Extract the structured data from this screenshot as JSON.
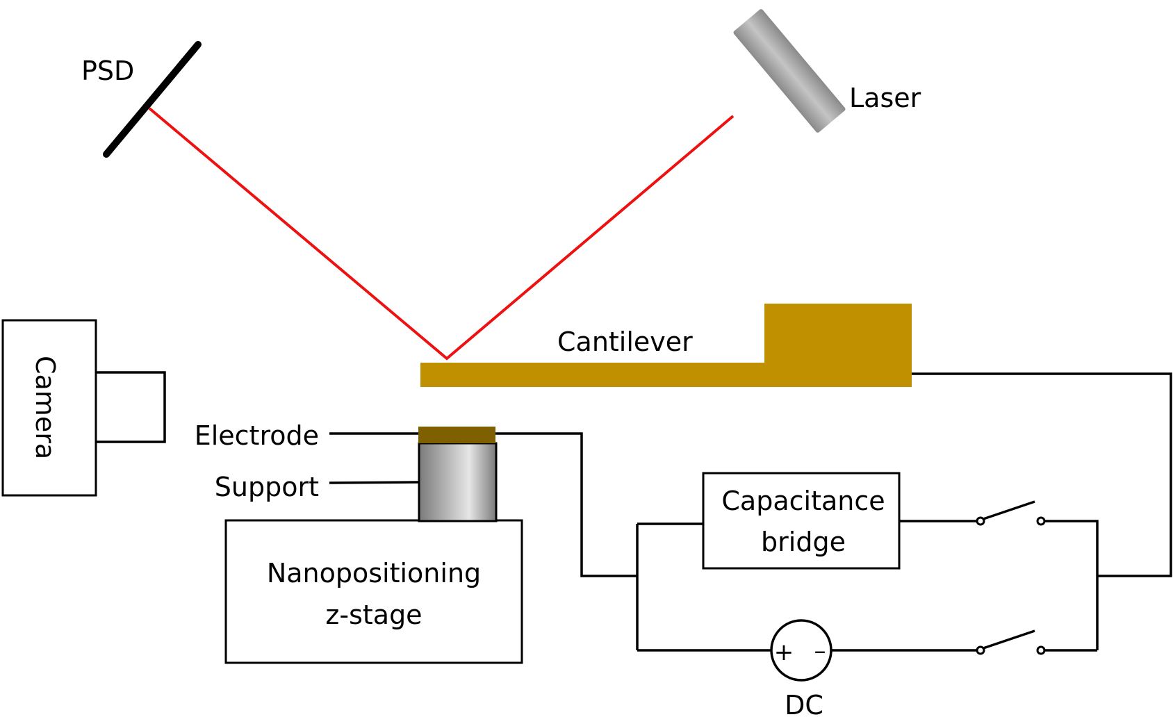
{
  "diagram": {
    "labels": {
      "psd": "PSD",
      "laser": "Laser",
      "cantilever": "Cantilever",
      "camera": "Camera",
      "electrode": "Electrode",
      "support": "Support",
      "stage_line1": "Nanopositioning",
      "stage_line2": "z-stage",
      "bridge_line1": "Capacitance",
      "bridge_line2": "bridge",
      "dc": "DC",
      "dc_plus": "+",
      "dc_minus": "–"
    },
    "colors": {
      "beam": "#ee1111",
      "cantilever": "#c09000",
      "electrode": "#7f6000",
      "wire": "#000000"
    }
  }
}
